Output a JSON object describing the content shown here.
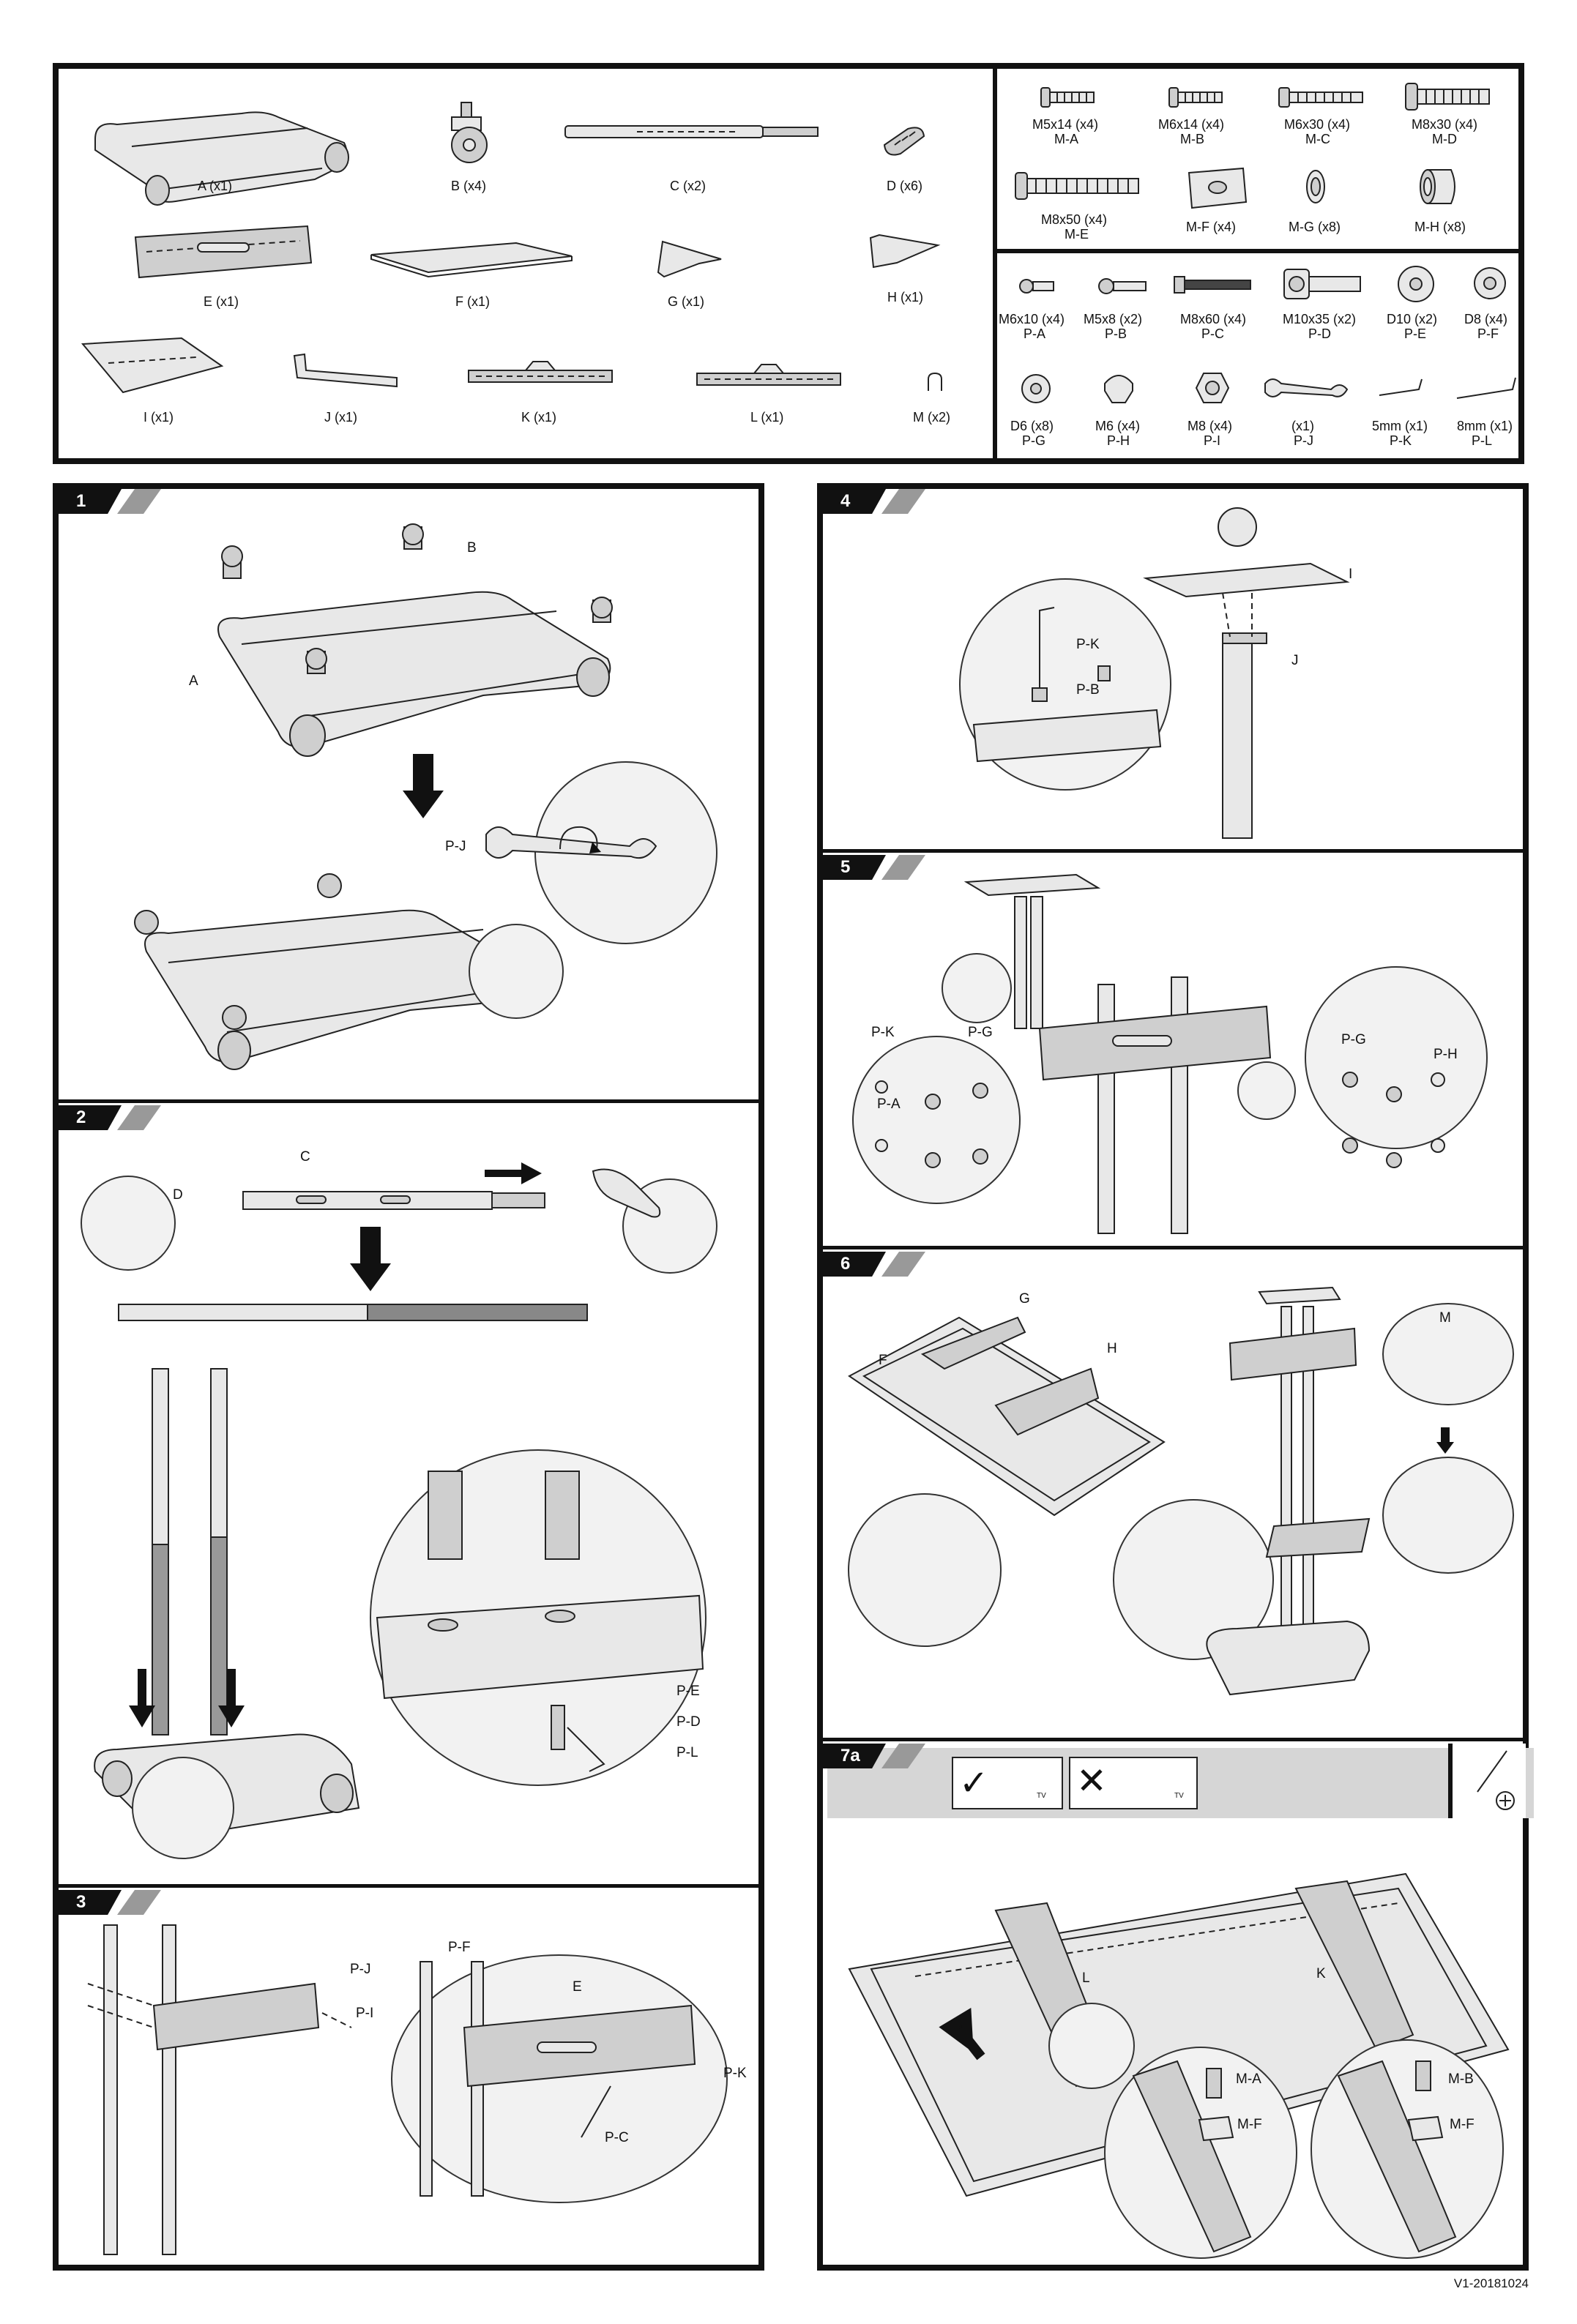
{
  "parts": [
    {
      "label": "A (x1)",
      "icon": "base-frame-icon"
    },
    {
      "label": "B (x4)",
      "icon": "caster-wheel-icon"
    },
    {
      "label": "C (x2)",
      "icon": "pole-icon"
    },
    {
      "label": "D (x6)",
      "icon": "clip-icon"
    },
    {
      "label": "E (x1)",
      "icon": "crossbar-bracket-icon"
    },
    {
      "label": "F (x1)",
      "icon": "shelf-plate-icon"
    },
    {
      "label": "G (x1)",
      "icon": "shelf-arm-icon"
    },
    {
      "label": "H (x1)",
      "icon": "shelf-arm-icon"
    },
    {
      "label": "I (x1)",
      "icon": "top-tray-icon"
    },
    {
      "label": "J (x1)",
      "icon": "tray-support-icon"
    },
    {
      "label": "K (x1)",
      "icon": "vesa-arm-icon"
    },
    {
      "label": "L (x1)",
      "icon": "vesa-arm-icon"
    },
    {
      "label": "M (x2)",
      "icon": "hook-icon"
    }
  ],
  "hardware_m": [
    {
      "size": "M5x14 (x4)",
      "code": "M-A",
      "icon": "screw-icon"
    },
    {
      "size": "M6x14 (x4)",
      "code": "M-B",
      "icon": "screw-icon"
    },
    {
      "size": "M6x30 (x4)",
      "code": "M-C",
      "icon": "screw-icon"
    },
    {
      "size": "M8x30 (x4)",
      "code": "M-D",
      "icon": "screw-icon"
    },
    {
      "size": "M8x50 (x4)",
      "code": "M-E",
      "icon": "screw-icon"
    },
    {
      "size": "M-F (x4)",
      "code": "",
      "icon": "square-washer-icon"
    },
    {
      "size": "M-G (x8)",
      "code": "",
      "icon": "spacer-icon"
    },
    {
      "size": "M-H (x8)",
      "code": "",
      "icon": "spacer-icon"
    }
  ],
  "hardware_p": [
    {
      "size": "M6x10 (x4)",
      "code": "P-A",
      "icon": "screw-icon"
    },
    {
      "size": "M5x8 (x2)",
      "code": "P-B",
      "icon": "screw-icon"
    },
    {
      "size": "M8x60 (x4)",
      "code": "P-C",
      "icon": "bolt-icon"
    },
    {
      "size": "M10x35 (x2)",
      "code": "P-D",
      "icon": "bolt-icon"
    },
    {
      "size": "D10 (x2)",
      "code": "P-E",
      "icon": "washer-icon"
    },
    {
      "size": "D8 (x4)",
      "code": "P-F",
      "icon": "washer-icon"
    },
    {
      "size": "D6 (x8)",
      "code": "P-G",
      "icon": "washer-icon"
    },
    {
      "size": "M6 (x4)",
      "code": "P-H",
      "icon": "cap-nut-icon"
    },
    {
      "size": "M8 (x4)",
      "code": "P-I",
      "icon": "nut-icon"
    },
    {
      "size": "(x1)",
      "code": "P-J",
      "icon": "wrench-icon"
    },
    {
      "size": "5mm (x1)",
      "code": "P-K",
      "icon": "allen-key-icon"
    },
    {
      "size": "8mm (x1)",
      "code": "P-L",
      "icon": "allen-key-icon"
    }
  ],
  "steps": [
    {
      "num": "1",
      "callouts": [
        "B",
        "A",
        "P-J"
      ]
    },
    {
      "num": "2",
      "callouts": [
        "C",
        "D",
        "P-E",
        "P-D",
        "P-L"
      ]
    },
    {
      "num": "3",
      "callouts": [
        "P-J",
        "P-F",
        "P-I",
        "E",
        "P-K",
        "P-C"
      ]
    },
    {
      "num": "4",
      "callouts": [
        "P-K",
        "P-B",
        "I",
        "J"
      ]
    },
    {
      "num": "5",
      "callouts": [
        "P-K",
        "P-G",
        "P-A",
        "P-G",
        "P-H"
      ]
    },
    {
      "num": "6",
      "callouts": [
        "G",
        "F",
        "H",
        "M"
      ]
    },
    {
      "num": "7a",
      "callouts": [
        "L",
        "K",
        "M-A",
        "M-F",
        "M-B",
        "M-F"
      ]
    }
  ],
  "tv_icons": [
    "TV",
    "TV"
  ],
  "version": "V1-20181024"
}
